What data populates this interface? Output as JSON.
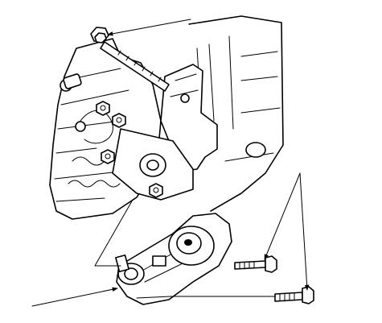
{
  "figure": {
    "background": "#ffffff",
    "ink": "#000000",
    "parts": [
      "engine-block",
      "mount-bracket",
      "rear-mount",
      "through-bolt",
      "bracket-bolts",
      "mount-bolt-upper",
      "mount-bolt-lower"
    ]
  }
}
